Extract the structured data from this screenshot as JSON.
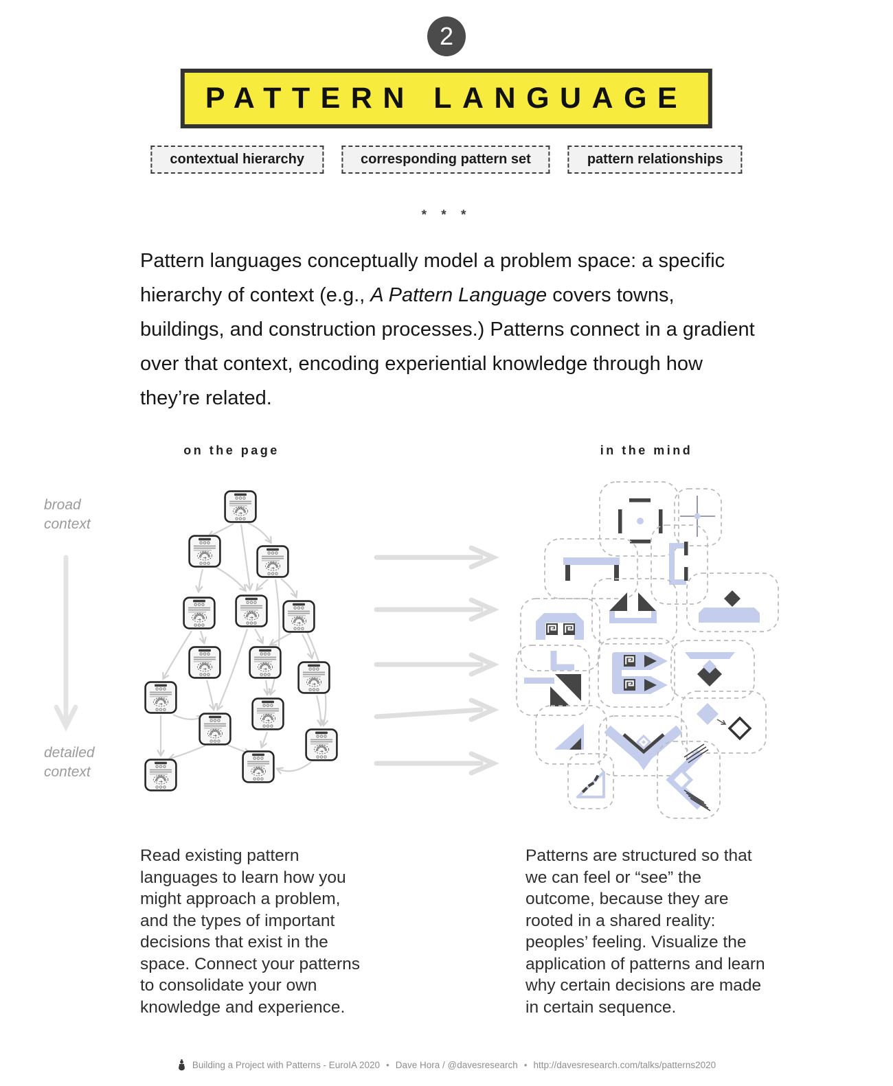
{
  "header": {
    "step_number": "2",
    "title": "PATTERN LANGUAGE",
    "tags": [
      "contextual hierarchy",
      "corresponding pattern set",
      "pattern relationships"
    ]
  },
  "separator": "* * *",
  "intro": {
    "part1": "Pattern languages conceptually model a problem space: a specific hierarchy of context (e.g., ",
    "italic": "A Pattern Language",
    "part2": " covers towns, buildings, and construction processes.) Patterns connect in a gradient over that context, encoding experiential knowledge through how they’re related."
  },
  "diagram": {
    "left_label": "on the page",
    "right_label": "in the mind",
    "axis_top_label": "broad\ncontext",
    "axis_bottom_label": "detailed\ncontext"
  },
  "columns": {
    "left": "Read existing pattern languages to learn how you might approach a problem, and the types of important decisions that exist in the space. Connect your patterns to consolidate your own knowledge and experience.",
    "right": "Patterns are structured so that we can feel or “see” the outcome, because they are rooted in a shared reality: peoples’ feeling. Visualize the application of patterns and learn why certain decisions are made in certain sequence."
  },
  "footer": {
    "title": "Building a Project with Patterns - EuroIA 2020",
    "author": "Dave Hora / @davesresearch",
    "url": "http://davesresearch.com/talks/patterns2020",
    "separator": "•"
  },
  "colors": {
    "accent_yellow": "#F7EC3D",
    "pattern_blue": "#C5CDEC",
    "pattern_dark": "#454545",
    "arrow_gray": "#DFDFDF"
  }
}
